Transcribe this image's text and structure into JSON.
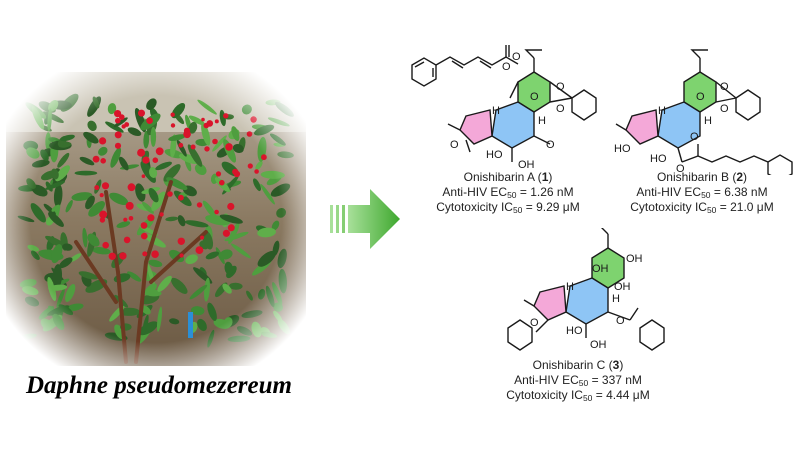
{
  "species": "Daphne pseudomezereum",
  "compounds": [
    {
      "name": "Onishibarin A",
      "number": "1",
      "hiv_label": "Anti-HIV EC",
      "hiv_sub": "50",
      "hiv_value": "= 1.26 nM",
      "tox_label": "Cytotoxicity IC",
      "tox_sub": "50",
      "tox_value": "= 9.29 μM"
    },
    {
      "name": "Onishibarin B",
      "number": "2",
      "hiv_label": "Anti-HIV EC",
      "hiv_sub": "50",
      "hiv_value": "= 6.38 nM",
      "tox_label": "Cytotoxicity IC",
      "tox_sub": "50",
      "tox_value": "= 21.0 μM"
    },
    {
      "name": "Onishibarin C",
      "number": "3",
      "hiv_label": "Anti-HIV EC",
      "hiv_sub": "50",
      "hiv_value": "= 337 nM",
      "tox_label": "Cytotoxicity IC",
      "tox_sub": "50",
      "tox_value": "= 4.44 μM"
    }
  ],
  "atom_labels": {
    "O": "O",
    "H": "H",
    "HO": "HO",
    "OH": "OH"
  },
  "colors": {
    "arrow_green": "#4caf3a",
    "ring_green": "#7ed36f",
    "ring_blue": "#8ec5f5",
    "ring_pink": "#f4a8d8",
    "berry_red": "#d9142b"
  }
}
